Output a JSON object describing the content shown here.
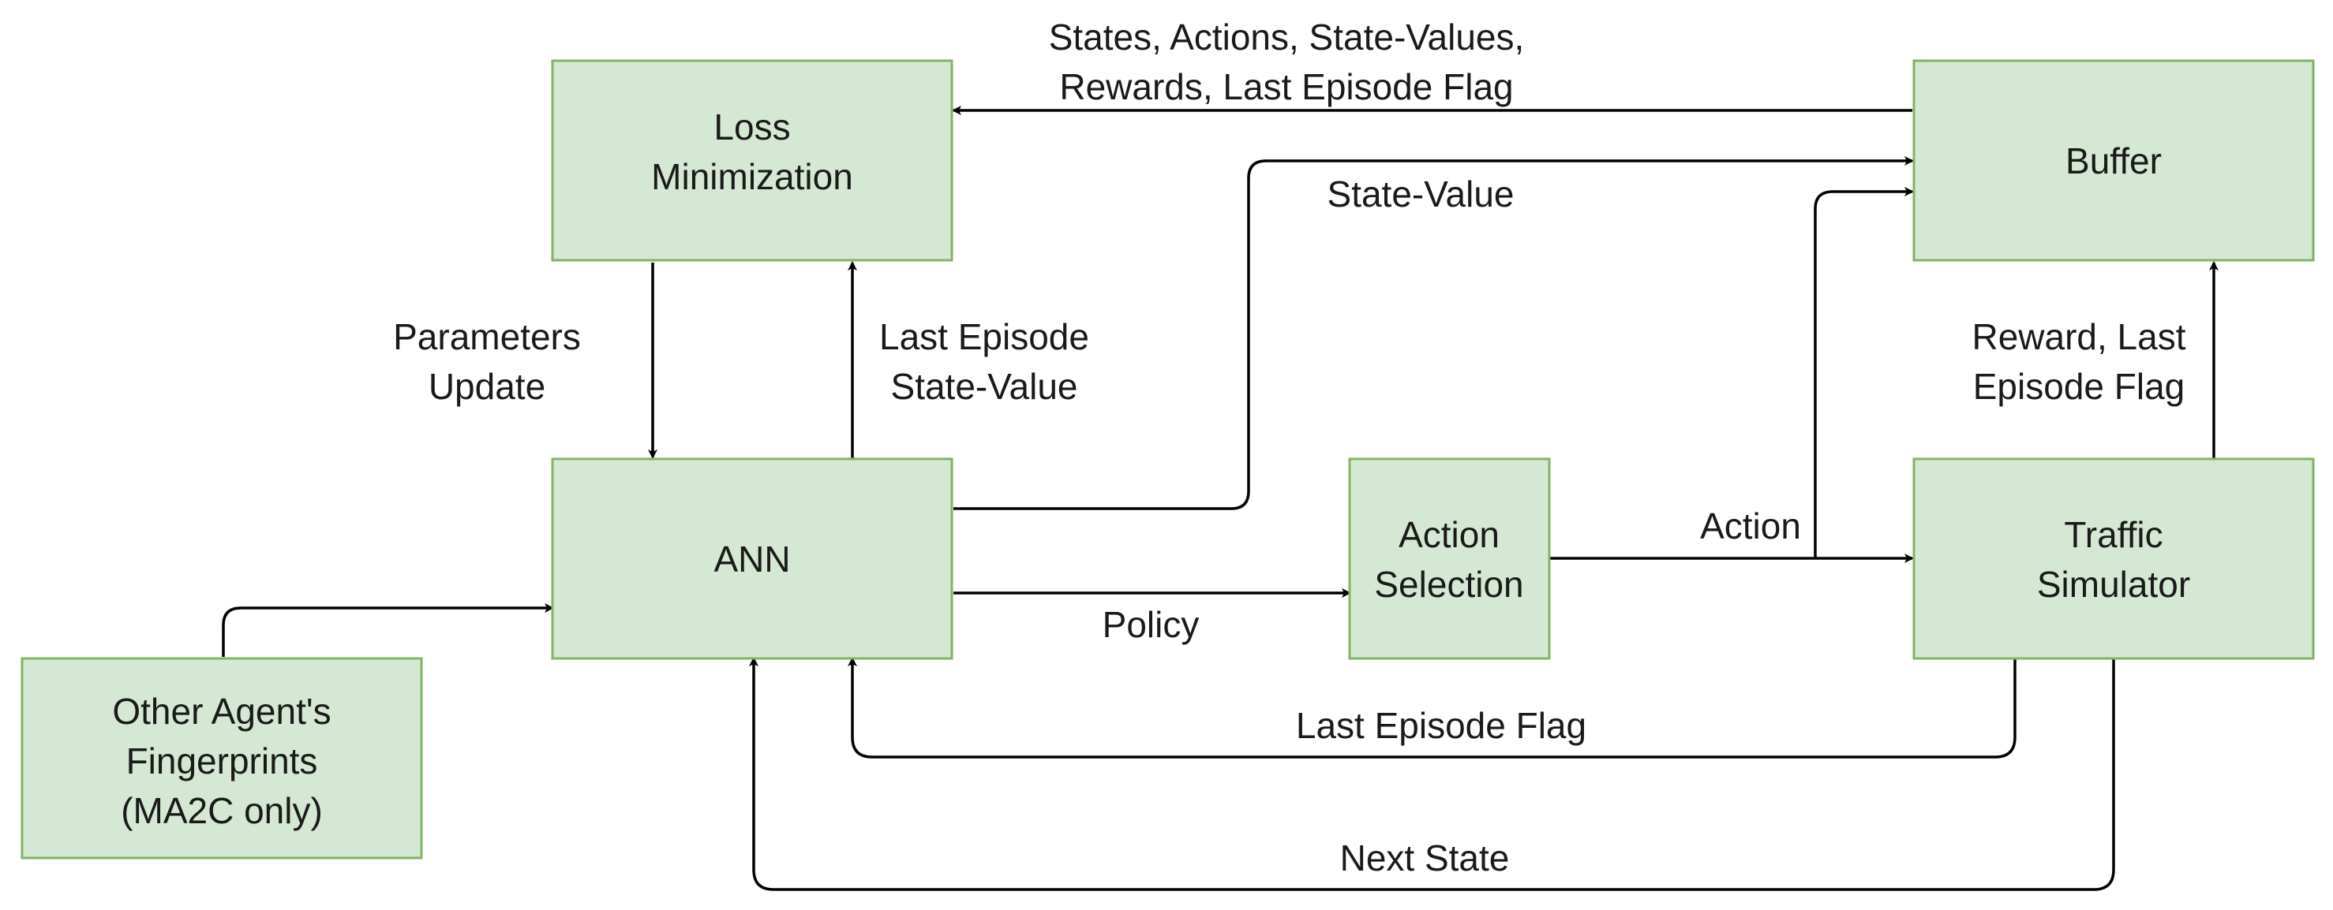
{
  "nodes": {
    "loss": {
      "line1": "Loss",
      "line2": "Minimization"
    },
    "buffer": {
      "line1": "Buffer"
    },
    "ann": {
      "line1": "ANN"
    },
    "action_selection": {
      "line1": "Action",
      "line2": "Selection"
    },
    "traffic_simulator": {
      "line1": "Traffic",
      "line2": "Simulator"
    },
    "fingerprints": {
      "line1": "Other Agent's",
      "line2": "Fingerprints",
      "line3": "(MA2C only)"
    }
  },
  "edges": {
    "buffer_to_loss": {
      "line1": "States, Actions, State-Values,",
      "line2": "Rewards, Last Episode Flag"
    },
    "ann_to_buffer": {
      "line1": "State-Value"
    },
    "loss_to_ann": {
      "line1": "Parameters",
      "line2": "Update"
    },
    "ann_to_loss": {
      "line1": "Last Episode",
      "line2": "State-Value"
    },
    "sim_to_buffer": {
      "line1": "Reward, Last",
      "line2": "Episode Flag"
    },
    "ann_to_action": {
      "line1": "Policy"
    },
    "action_to_sim": {
      "line1": "Action"
    },
    "sim_to_ann_flag": {
      "line1": "Last Episode Flag"
    },
    "sim_to_ann_state": {
      "line1": "Next State"
    }
  },
  "colors": {
    "node_fill": "#d5e8d4",
    "node_stroke": "#82b366",
    "edge": "#000000",
    "text": "#1a1a1a"
  }
}
